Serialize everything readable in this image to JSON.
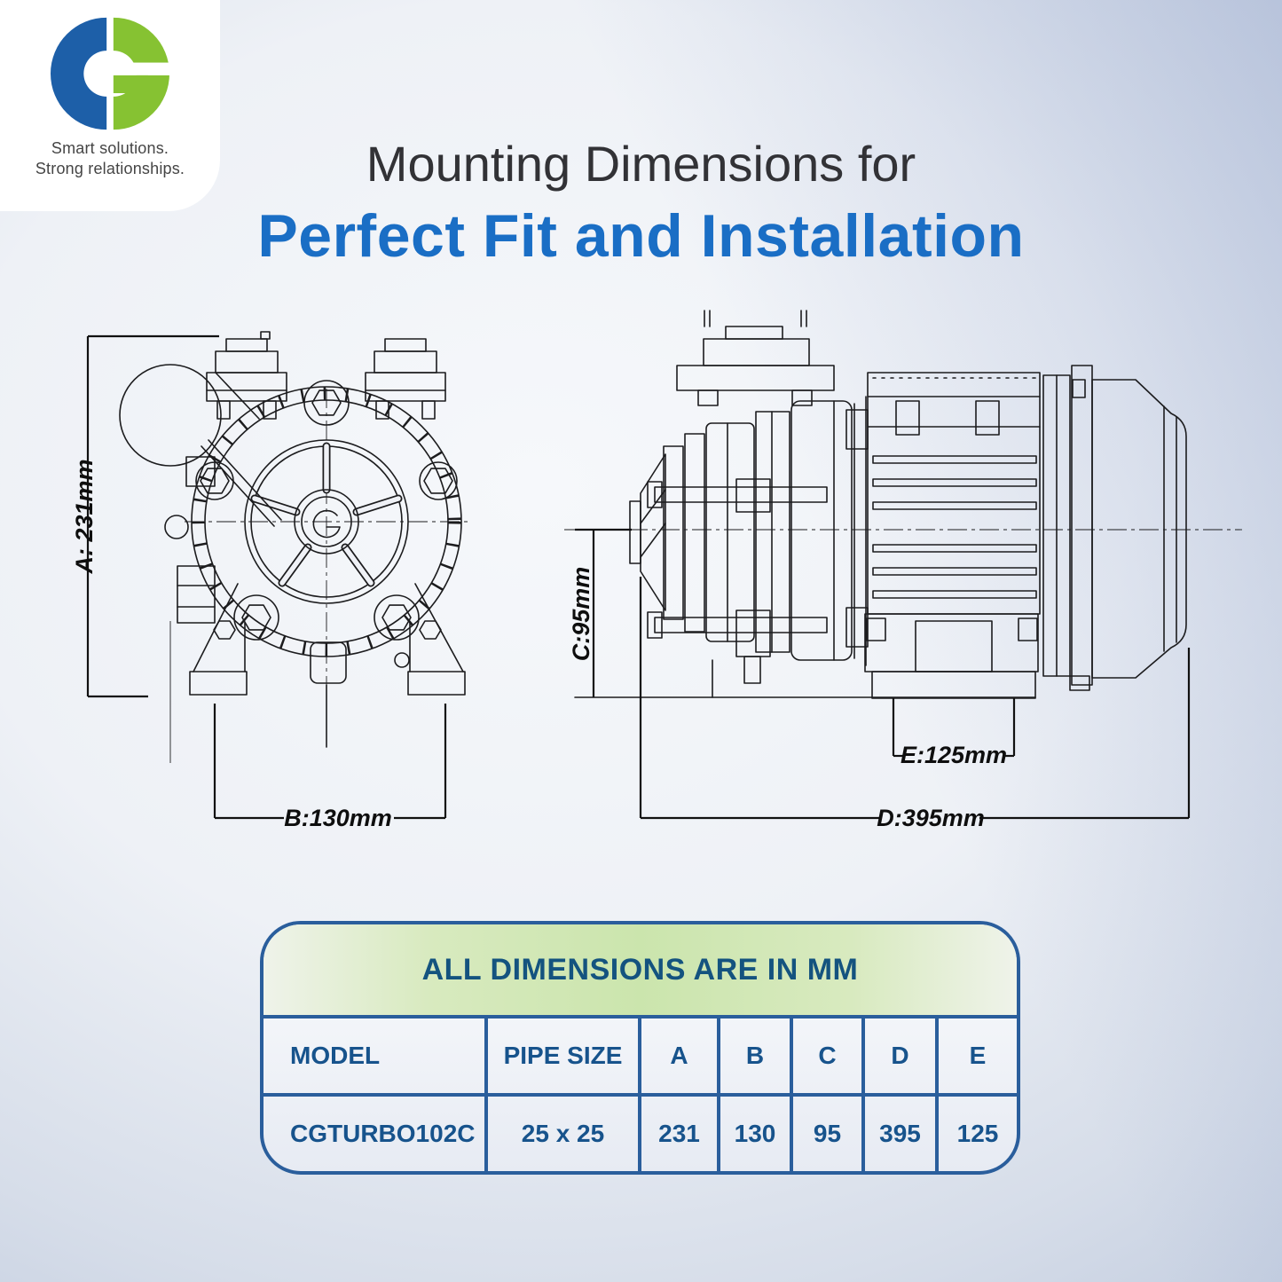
{
  "brand": {
    "name": "CG",
    "tagline1": "Smart solutions.",
    "tagline2": "Strong relationships."
  },
  "title": {
    "line1": "Mounting Dimensions for",
    "line2": "Perfect Fit and Installation"
  },
  "diagram": {
    "labels": {
      "a": "A: 231mm",
      "b": "B:130mm",
      "c": "C:95mm",
      "d": "D:395mm",
      "e": "E:125mm"
    }
  },
  "table": {
    "note": "ALL DIMENSIONS ARE IN MM",
    "columns": [
      "MODEL",
      "PIPE SIZE",
      "A",
      "B",
      "C",
      "D",
      "E"
    ],
    "row": [
      "CGTURBO102C",
      "25 x 25",
      "231",
      "130",
      "95",
      "395",
      "125"
    ]
  },
  "colors": {
    "accent_blue": "#1a6ec5",
    "table_border": "#2a5e9c",
    "table_text": "#17538c",
    "header_green": "#cbe5ad",
    "logo_blue": "#1d5fa8",
    "logo_green": "#86c232"
  }
}
